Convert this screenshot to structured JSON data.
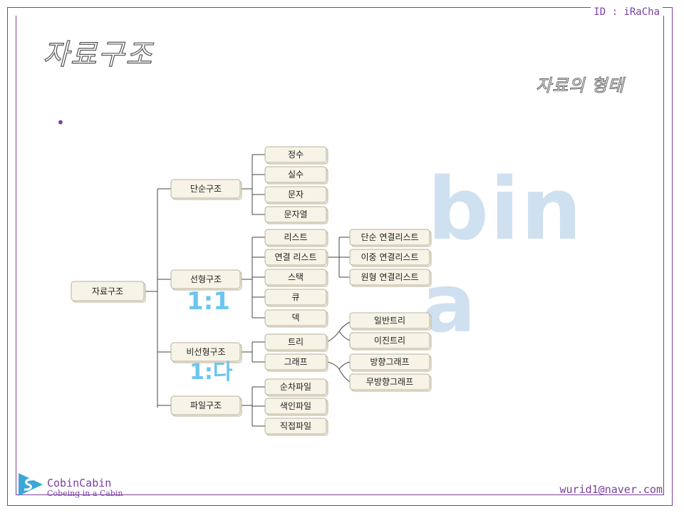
{
  "header": {
    "id": "ID : iRaCha"
  },
  "title": "자료구조",
  "subtitle": "자료의 형태",
  "bullet": "•",
  "watermark": {
    "line1": "bin",
    "line2": "a"
  },
  "diagram": {
    "root": "자료구조",
    "categories": {
      "simple": "단순구조",
      "linear": "선형구조",
      "nonlinear": "비선형구조",
      "file": "파일구조"
    },
    "simple_items": [
      "정수",
      "실수",
      "문자",
      "문자열"
    ],
    "linear_items": [
      "리스트",
      "연결 리스트",
      "스택",
      "큐",
      "덱"
    ],
    "linked_list_items": [
      "단순 연결리스트",
      "이중 연결리스트",
      "원형 연결리스트"
    ],
    "nonlinear_items": [
      "트리",
      "그래프"
    ],
    "tree_items": [
      "일반트리",
      "이진트리"
    ],
    "graph_items": [
      "방향그래프",
      "무방향그래프"
    ],
    "file_items": [
      "순차파일",
      "색인파일",
      "직접파일"
    ],
    "annotations": {
      "linear": "1:1",
      "nonlinear": "1:다"
    }
  },
  "footer": {
    "brand": "CobinCabin",
    "tagline": "Cobeing in a Cabin",
    "email": "wurid1@naver.com"
  },
  "colors": {
    "frame": "#7b3fa0",
    "node_fill": "#f7f3e6",
    "handwriting": "#6cc5f0"
  }
}
